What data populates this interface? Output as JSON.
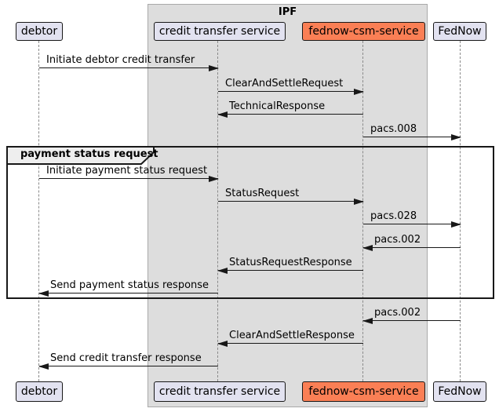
{
  "diagram": {
    "type": "sequence-diagram",
    "ipf_group_label": "IPF",
    "frame_label": "payment status request",
    "participants": [
      {
        "id": "debtor",
        "label": "debtor",
        "fill": "#E2E2F0"
      },
      {
        "id": "credit-transfer-service",
        "label": "credit transfer service",
        "fill": "#E2E2F0"
      },
      {
        "id": "fednow-csm-service",
        "label": "fednow-csm-service",
        "fill": "#FA7F55"
      },
      {
        "id": "fednow",
        "label": "FedNow",
        "fill": "#E2E2F0"
      }
    ],
    "messages": [
      {
        "label": "Initiate debtor credit transfer",
        "from": "debtor",
        "to": "credit-transfer-service"
      },
      {
        "label": "ClearAndSettleRequest",
        "from": "credit-transfer-service",
        "to": "fednow-csm-service"
      },
      {
        "label": "TechnicalResponse",
        "from": "fednow-csm-service",
        "to": "credit-transfer-service"
      },
      {
        "label": "pacs.008",
        "from": "fednow-csm-service",
        "to": "fednow"
      },
      {
        "label": "Initiate payment status request",
        "from": "debtor",
        "to": "credit-transfer-service",
        "in_frame": true
      },
      {
        "label": "StatusRequest",
        "from": "credit-transfer-service",
        "to": "fednow-csm-service",
        "in_frame": true
      },
      {
        "label": "pacs.028",
        "from": "fednow-csm-service",
        "to": "fednow",
        "in_frame": true
      },
      {
        "label": "pacs.002",
        "from": "fednow",
        "to": "fednow-csm-service",
        "in_frame": true
      },
      {
        "label": "StatusRequestResponse",
        "from": "fednow-csm-service",
        "to": "credit-transfer-service",
        "in_frame": true
      },
      {
        "label": "Send payment status response",
        "from": "credit-transfer-service",
        "to": "debtor",
        "in_frame": true
      },
      {
        "label": "pacs.002",
        "from": "fednow",
        "to": "fednow-csm-service"
      },
      {
        "label": "ClearAndSettleResponse",
        "from": "fednow-csm-service",
        "to": "credit-transfer-service"
      },
      {
        "label": "Send credit transfer response",
        "from": "credit-transfer-service",
        "to": "debtor"
      }
    ],
    "colors": {
      "ipf_fill": "#DDDDDD",
      "ipf_border": "#A9A9A9",
      "participant_fill": "#E2E2F0",
      "participant_border": "#181818",
      "highlight_fill": "#FA7F55",
      "frame_border": "#181818",
      "frame_label_fill": "#EEEEEE",
      "line_color": "#181818",
      "lifeline_color": "#8A8A8A"
    }
  }
}
